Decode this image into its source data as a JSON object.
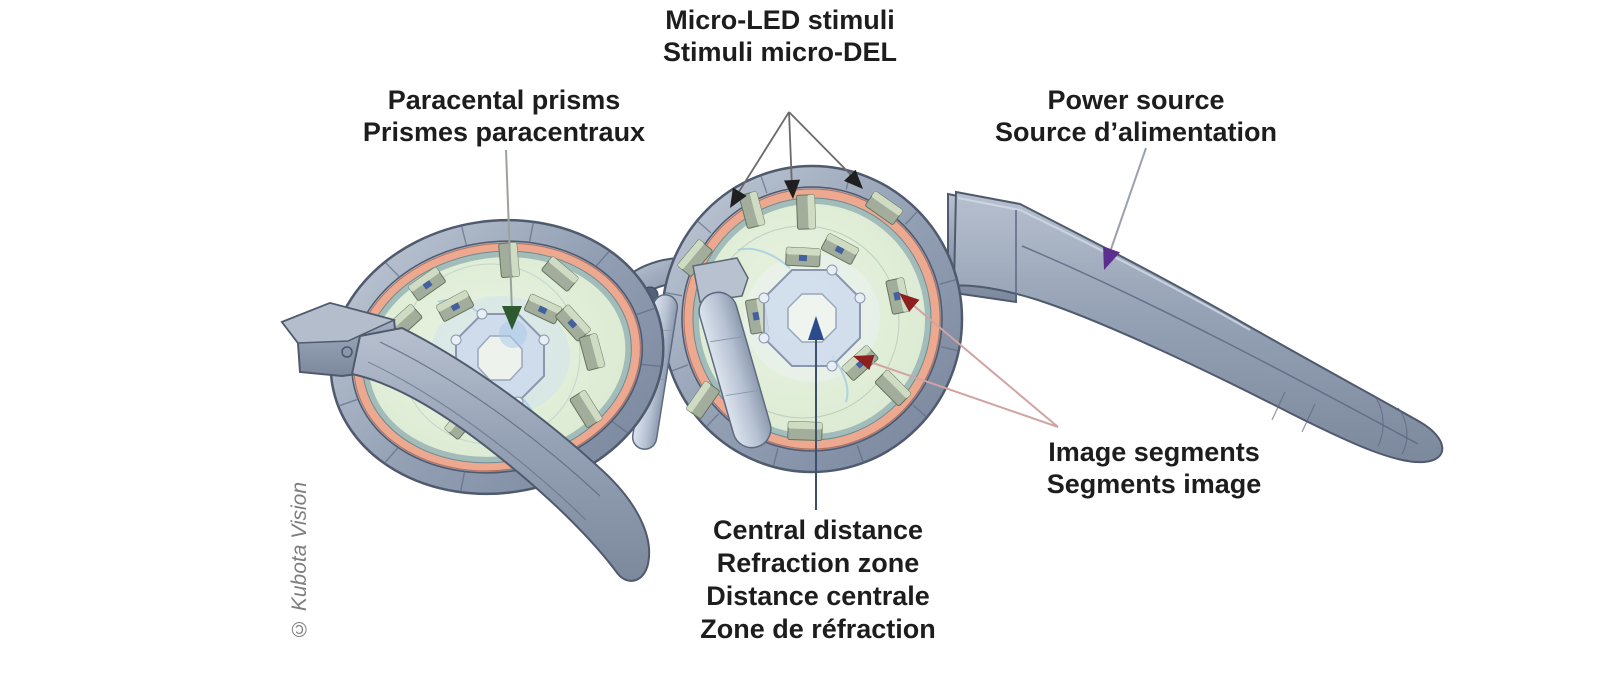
{
  "labels": {
    "micro_led": {
      "lines": [
        "Micro-LED stimuli",
        "Stimuli micro-DEL"
      ]
    },
    "paracentral": {
      "lines": [
        "Paracental prisms",
        "Prismes paracentraux"
      ]
    },
    "power": {
      "lines": [
        "Power source",
        "Source d’alimentation"
      ]
    },
    "image_segments": {
      "lines": [
        "Image segments",
        "Segments image"
      ]
    },
    "central": {
      "lines": [
        "Central distance",
        "Refraction zone",
        "Distance centrale",
        "Zone de réfraction"
      ]
    },
    "credit": "© Kubota Vision"
  },
  "colors": {
    "background": "#ffffff",
    "frame": "#93a0b4",
    "frame_light": "#c3ccd9",
    "frame_dark": "#4f5a6e",
    "rim_salmon": "#eca98f",
    "lens_ring_teal": "#a2bcba",
    "lens_green": "#e2efda",
    "prism_blue": "#ccd9ec",
    "led_block": "#a2ae9b",
    "led_block_top": "#cfdcc3",
    "led_dot_blue": "#45609f",
    "arrow_black": "#1f1f1f",
    "arrow_green": "#2d5a2e",
    "arrow_navy": "#2c4a8e",
    "arrow_purple": "#5b2f8e",
    "arrow_red": "#8c1f1f",
    "leader_gray": "#7d838c",
    "leader_pink": "#d2a3a3",
    "label_text": "#1d1d1d",
    "credit_text": "#7e7e7e"
  }
}
